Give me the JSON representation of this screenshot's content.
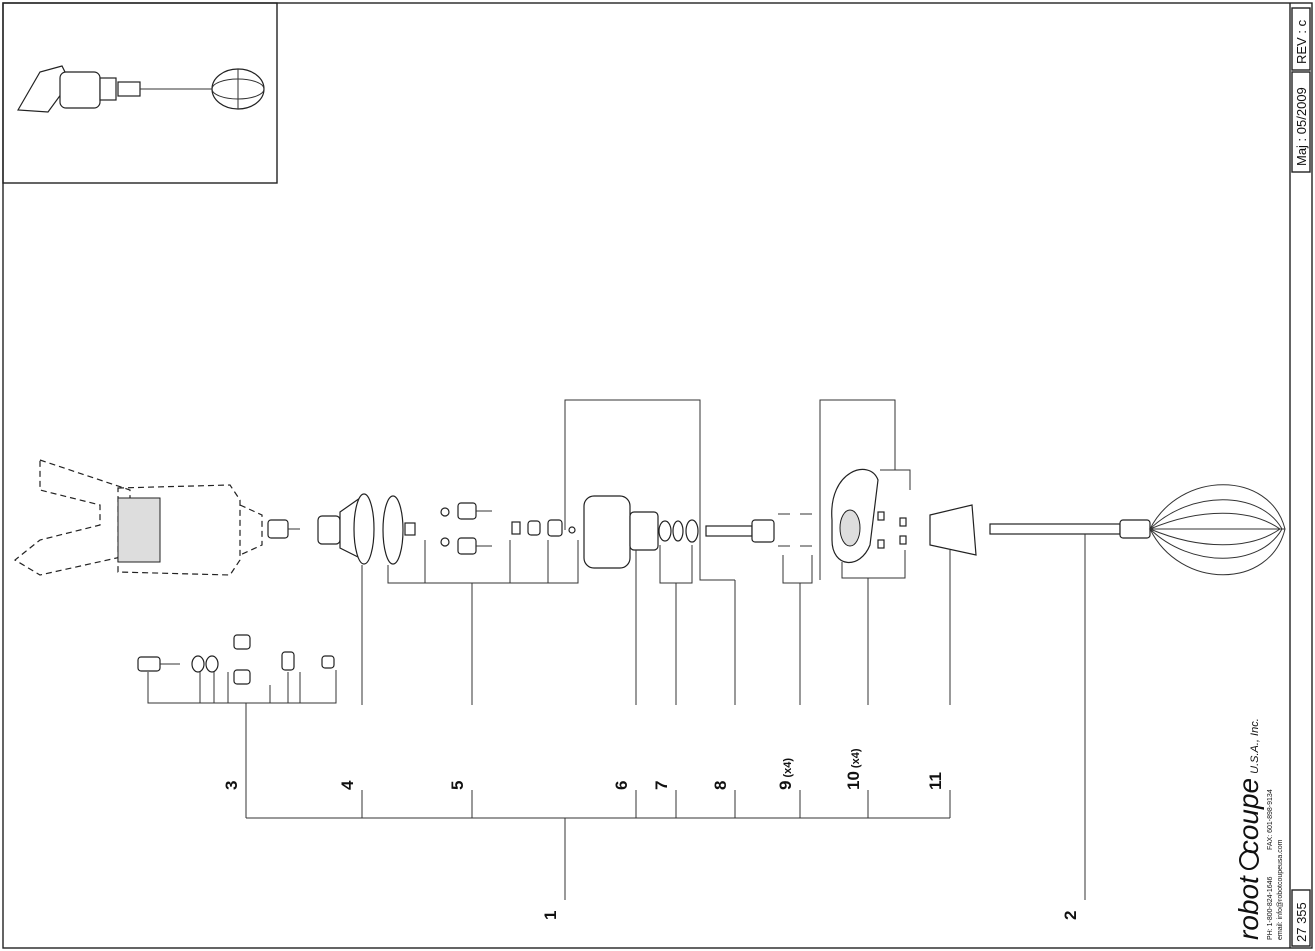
{
  "sheet": {
    "date_rev": "Maj : 05/2009",
    "rev": "REV : c",
    "ref": "27 355"
  },
  "callouts": [
    {
      "id": "1",
      "qty": ""
    },
    {
      "id": "2",
      "qty": ""
    },
    {
      "id": "3",
      "qty": ""
    },
    {
      "id": "4",
      "qty": ""
    },
    {
      "id": "5",
      "qty": ""
    },
    {
      "id": "6",
      "qty": ""
    },
    {
      "id": "7",
      "qty": ""
    },
    {
      "id": "8",
      "qty": ""
    },
    {
      "id": "9",
      "qty": "(x4)"
    },
    {
      "id": "10",
      "qty": "(x4)"
    },
    {
      "id": "11",
      "qty": ""
    }
  ],
  "brand": {
    "name_a": "robot",
    "name_b": "coupe",
    "suffix": "U.S.A., Inc.",
    "phone": "PH: 1-800-824-1646",
    "fax": "FAX: 601-898-9134",
    "email": "email: info@robotcoupeusa.com"
  }
}
